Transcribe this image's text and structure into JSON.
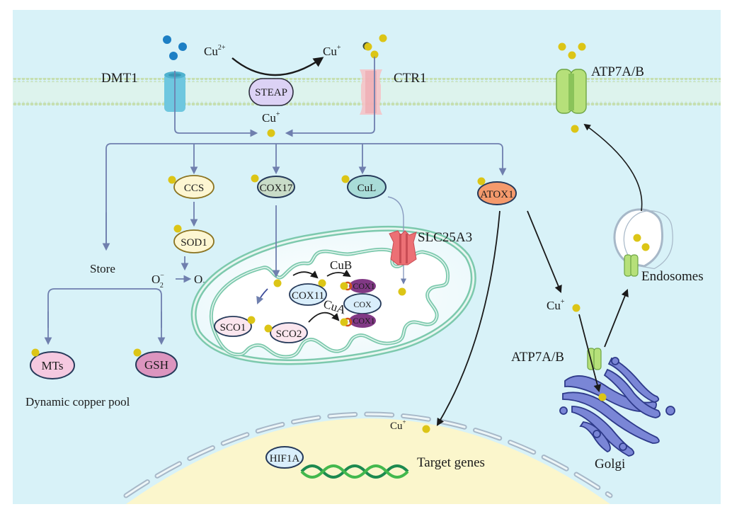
{
  "colors": {
    "background": "#d8f2f8",
    "membrane_dots": "#c6dfb0",
    "copper_ion": "#dcc516",
    "iron_ion": "#1d7fc4",
    "arrow_blue": "#6f7fae",
    "arrow_black": "#1a1a1a",
    "mito_membrane": "#7cc9ad",
    "nucleus": "#fbf6cc",
    "golgi": "#7a86d6",
    "atp7": "#b6e07a"
  },
  "membrane": {
    "transporters": {
      "dmt1": "DMT1",
      "steap": "STEAP",
      "ctr1": "CTR1",
      "atp7ab": "ATP7A/B"
    },
    "cu2_base": "Cu",
    "cu2_sup": "2+",
    "cu1_base": "Cu",
    "cu1_sup": "+"
  },
  "cytosol": {
    "cu_label_base": "Cu",
    "cu_label_sup": "+",
    "chaperones": {
      "ccs": "CCS",
      "cox17": "COX17",
      "cul": "CuL",
      "atox1": "ATOX1",
      "sod1": "SOD1"
    },
    "store": "Store",
    "o2_minus_base": "O",
    "o2_minus_sub": "2",
    "o2_minus_sup": "−",
    "o2_base": "O",
    "o2_sub": "2",
    "pool": {
      "mts": "MTs",
      "gsh": "GSH",
      "caption": "Dynamic copper pool"
    }
  },
  "mitochondrion": {
    "slc25a3": "SLC25A3",
    "cub": "CuB",
    "cua": "CuA",
    "cox11": "COX11",
    "cox": "COX",
    "cox1_top": "COX1",
    "cox1_bottom": "COX1",
    "sco1": "SCO1",
    "sco2": "SCO2"
  },
  "right_side": {
    "cu_label_base": "Cu",
    "cu_label_sup": "+",
    "atp7ab_golgi": "ATP7A/B",
    "endosomes": "Endosomes",
    "golgi": "Golgi"
  },
  "nucleus": {
    "hif1a": "HIF1A",
    "cu_label_base": "Cu",
    "cu_label_sup": "+",
    "target_genes": "Target genes"
  }
}
